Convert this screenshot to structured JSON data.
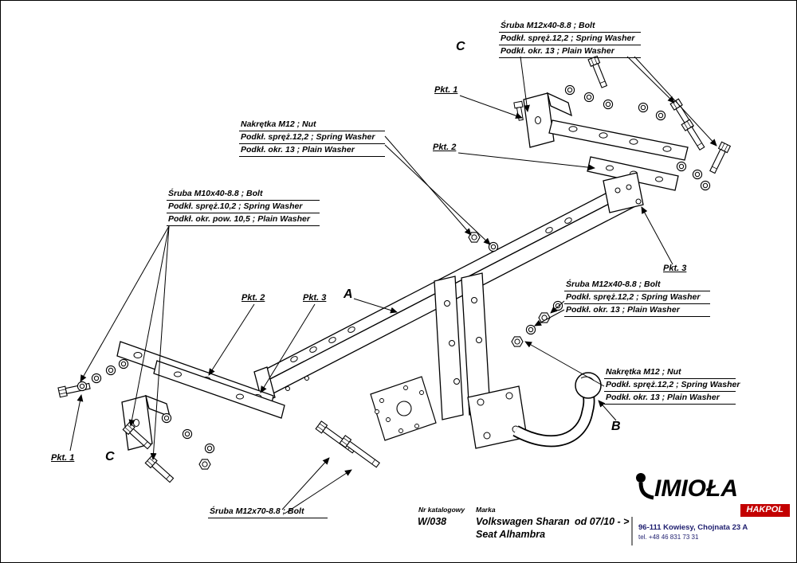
{
  "callouts": {
    "bolt_m12x40_top": {
      "lines": [
        "Śruba M12x40-8.8 ;  Bolt",
        "Podkł. spręż.12,2 ; Spring Washer",
        "Podkł. okr. 13 ; Plain Washer"
      ]
    },
    "nut_m12_left": {
      "lines": [
        "Nakrętka  M12 ; Nut",
        "Podkł. spręż.12,2 ; Spring Washer",
        "Podkł. okr. 13 ; Plain Washer"
      ]
    },
    "bolt_m10x40_left": {
      "lines": [
        "Śruba M10x40-8.8 ;  Bolt",
        "Podkł. spręż.10,2 ; Spring Washer",
        "Podkł. okr. pow. 10,5 ; Plain Washer"
      ]
    },
    "bolt_m12x40_right": {
      "lines": [
        "Śruba M12x40-8.8 ;  Bolt",
        "Podkł. spręż.12,2 ; Spring Washer",
        "Podkł. okr. 13 ; Plain Washer"
      ]
    },
    "nut_m12_right": {
      "lines": [
        "Nakrętka  M12 ; Nut",
        "Podkł. spręż.12,2 ; Spring Washer",
        "Podkł. okr. 13 ; Plain Washer"
      ]
    },
    "bolt_m12x70_bottom": {
      "lines": [
        "Śruba M12x70-8.8 ;  Bolt"
      ]
    }
  },
  "labels": {
    "pkt1_top": "Pkt. 1",
    "pkt2_top": "Pkt. 2",
    "pkt3_right": "Pkt. 3",
    "pkt2_mid": "Pkt. 2",
    "pkt3_mid": "Pkt. 3",
    "pkt1_bottom": "Pkt. 1",
    "a": "A",
    "b": "B",
    "c_top": "C",
    "c_bottom": "C"
  },
  "footer": {
    "catalog_label": "Nr katalogowy",
    "catalog_number": "W/038",
    "brand_label": "Marka",
    "model_line1": "Volkswagen Sharan",
    "model_line2": "Seat Alhambra",
    "date_range": "od 07/10 - >"
  },
  "brand": {
    "name": "IMIOŁA",
    "sub": "HAKPOL",
    "accent_color": "#c30000",
    "address_line1": "96-111 Kowiesy, Chojnata 23 A",
    "address_line2": "tel. +48 46 831 73 31"
  }
}
